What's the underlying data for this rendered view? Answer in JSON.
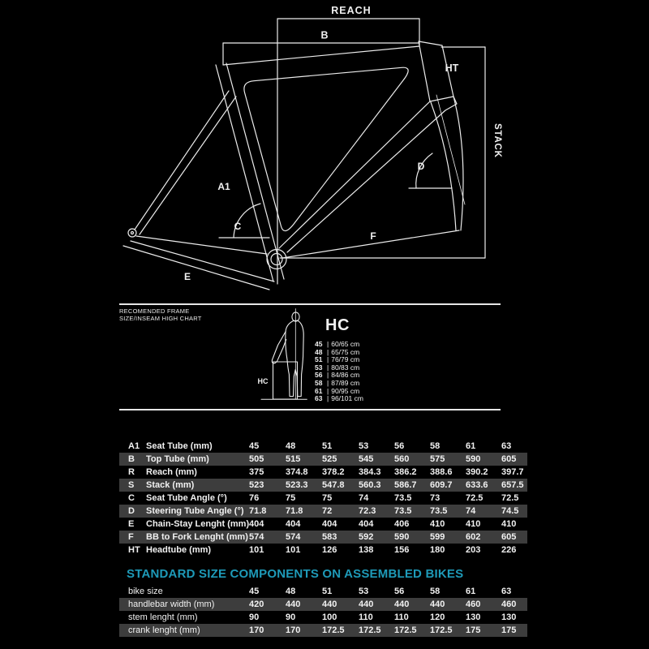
{
  "diagram": {
    "labels": {
      "reach": "REACH",
      "b": "B",
      "ht": "HT",
      "stack": "STACK",
      "a1": "A1",
      "c": "C",
      "d": "D",
      "e": "E",
      "f": "F"
    }
  },
  "size_chart": {
    "heading_line1": "RECOMENDED FRAME",
    "heading_line2": "SIZE/INSEAM HIGH CHART",
    "figure_label": "HC",
    "title": "HC",
    "separator": "|",
    "rows": [
      {
        "size": "45",
        "range": "60/65 cm"
      },
      {
        "size": "48",
        "range": "65/75 cm"
      },
      {
        "size": "51",
        "range": "76/79 cm"
      },
      {
        "size": "53",
        "range": "80/83 cm"
      },
      {
        "size": "56",
        "range": "84/86 cm"
      },
      {
        "size": "58",
        "range": "87/89 cm"
      },
      {
        "size": "61",
        "range": "90/95 cm"
      },
      {
        "size": "63",
        "range": "96/101 cm"
      }
    ]
  },
  "geometry_table": {
    "rows": [
      {
        "code": "A1",
        "label": "Seat Tube (mm)",
        "values": [
          "45",
          "48",
          "51",
          "53",
          "56",
          "58",
          "61",
          "63"
        ]
      },
      {
        "code": "B",
        "label": "Top Tube (mm)",
        "values": [
          "505",
          "515",
          "525",
          "545",
          "560",
          "575",
          "590",
          "605"
        ]
      },
      {
        "code": "R",
        "label": "Reach (mm)",
        "values": [
          "375",
          "374.8",
          "378.2",
          "384.3",
          "386.2",
          "388.6",
          "390.2",
          "397.7"
        ]
      },
      {
        "code": "S",
        "label": "Stack (mm)",
        "values": [
          "523",
          "523.3",
          "547.8",
          "560.3",
          "586.7",
          "609.7",
          "633.6",
          "657.5"
        ]
      },
      {
        "code": "C",
        "label": "Seat Tube Angle (°)",
        "values": [
          "76",
          "75",
          "75",
          "74",
          "73.5",
          "73",
          "72.5",
          "72.5"
        ]
      },
      {
        "code": "D",
        "label": "Steering Tube Angle (°)",
        "values": [
          "71.8",
          "71.8",
          "72",
          "72.3",
          "73.5",
          "73.5",
          "74",
          "74.5"
        ]
      },
      {
        "code": "E",
        "label": "Chain-Stay Lenght (mm)",
        "values": [
          "404",
          "404",
          "404",
          "404",
          "406",
          "410",
          "410",
          "410"
        ]
      },
      {
        "code": "F",
        "label": "BB to Fork Lenght (mm)",
        "values": [
          "574",
          "574",
          "583",
          "592",
          "590",
          "599",
          "602",
          "605"
        ]
      },
      {
        "code": "HT",
        "label": "Headtube (mm)",
        "values": [
          "101",
          "101",
          "126",
          "138",
          "156",
          "180",
          "203",
          "226"
        ]
      }
    ]
  },
  "components": {
    "heading": "STANDARD SIZE COMPONENTS ON ASSEMBLED BIKES",
    "rows": [
      {
        "label": "bike size",
        "values": [
          "45",
          "48",
          "51",
          "53",
          "56",
          "58",
          "61",
          "63"
        ]
      },
      {
        "label": "handlebar width (mm)",
        "values": [
          "420",
          "440",
          "440",
          "440",
          "440",
          "440",
          "460",
          "460"
        ]
      },
      {
        "label": "stem lenght (mm)",
        "values": [
          "90",
          "90",
          "100",
          "110",
          "110",
          "120",
          "130",
          "130"
        ]
      },
      {
        "label": "crank lenght (mm)",
        "values": [
          "170",
          "170",
          "172.5",
          "172.5",
          "172.5",
          "172.5",
          "175",
          "175"
        ]
      }
    ]
  },
  "colors": {
    "background": "#000000",
    "line": "#ececec",
    "accent": "#1e9ab8",
    "row_alt": "#3d3d3d"
  }
}
